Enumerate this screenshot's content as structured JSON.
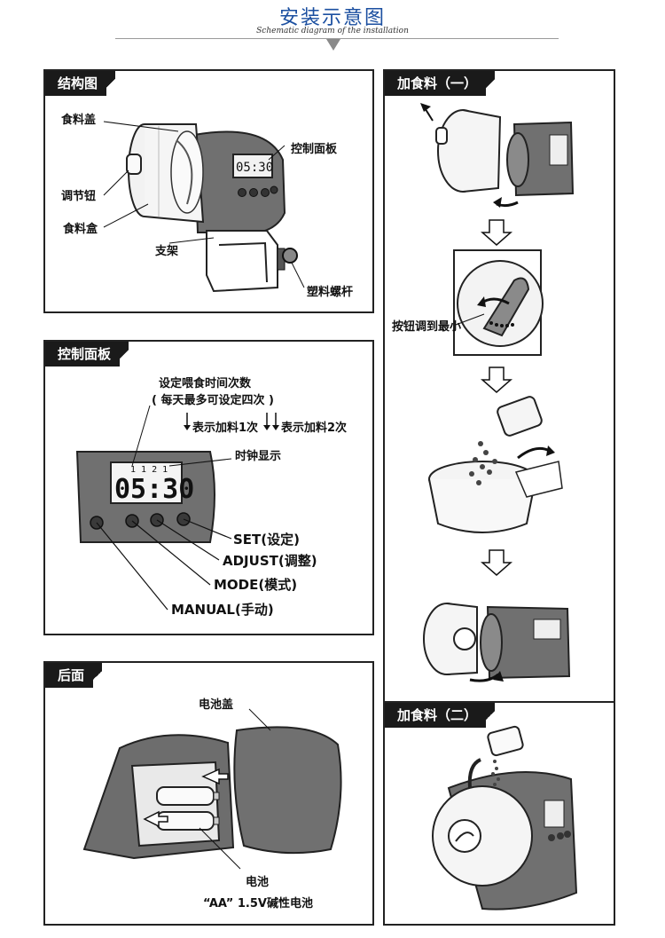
{
  "header": {
    "title": "安装示意图",
    "subtitle": "Schematic diagram of the installation"
  },
  "structure": {
    "tag": "结构图",
    "labels": {
      "lid": "食料盖",
      "knob": "调节钮",
      "box": "食料盒",
      "stand": "支架",
      "panel": "控制面板",
      "screw": "塑料螺杆"
    },
    "display": "05:30"
  },
  "control": {
    "tag": "控制面板",
    "count_line1": "设定喂食时间次数",
    "count_line2": "( 每天最多可设定四次 )",
    "feed1": "表示加料1次",
    "feed2": "表示加料2次",
    "clock": "时钟显示",
    "set": "SET(设定)",
    "adjust": "ADJUST(调整)",
    "mode": "MODE(模式)",
    "manual": "MANUAL(手动)",
    "display_time": "05:30",
    "display_top": "1 1  2 1"
  },
  "back": {
    "tag": "后面",
    "cover": "电池盖",
    "battery": "电池",
    "battery_type": "“AA” 1.5V碱性电池"
  },
  "feed_one": {
    "tag": "加食料（一）",
    "turn_knob": "按钮调到最小"
  },
  "feed_two": {
    "tag": "加食料（二）"
  },
  "colors": {
    "title": "#1b4fa0",
    "tag_bg": "#1a1a1a",
    "device_gray": "#6f6f6f",
    "body_light": "#ececec"
  }
}
